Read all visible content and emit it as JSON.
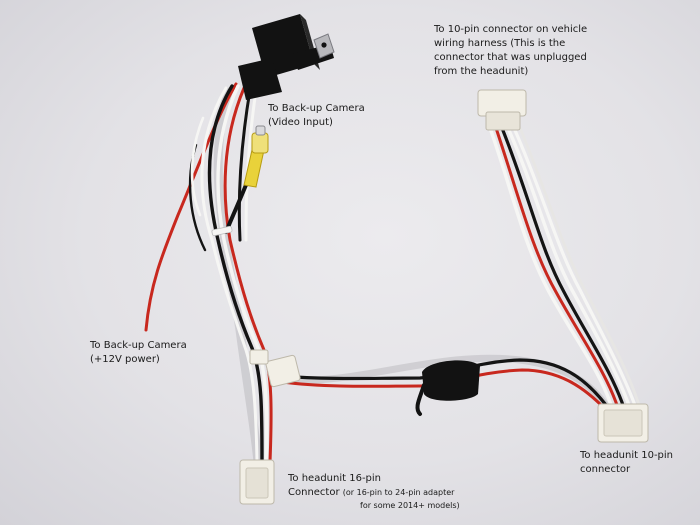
{
  "labels": {
    "vehicle_connector": {
      "line1": "To 10-pin connector on vehicle",
      "line2": "wiring harness (This is the",
      "line3": "connector that was unplugged",
      "line4": "from the headunit)"
    },
    "camera_video": {
      "line1": "To Back-up Camera",
      "line2": "(Video Input)"
    },
    "camera_power": {
      "line1": "To Back-up Camera",
      "line2": "(+12V power)"
    },
    "headunit_16pin": {
      "line1": "To headunit 16-pin",
      "line2": "Connector",
      "note1": "(or 16-pin to 24-pin adapter",
      "note2": "for some 2014+ models)"
    },
    "headunit_10pin": {
      "line1": "To headunit 10-pin",
      "line2": "connector"
    }
  },
  "colors": {
    "background": "#e4e3e6",
    "wire_red": "#c8281e",
    "wire_black": "#141414",
    "wire_white": "#f6f6f4",
    "rca_yellow": "#e9d23a",
    "connector_white": "#f2efe6",
    "relay_black": "#121212",
    "metal_tab": "#b8b8bc"
  }
}
